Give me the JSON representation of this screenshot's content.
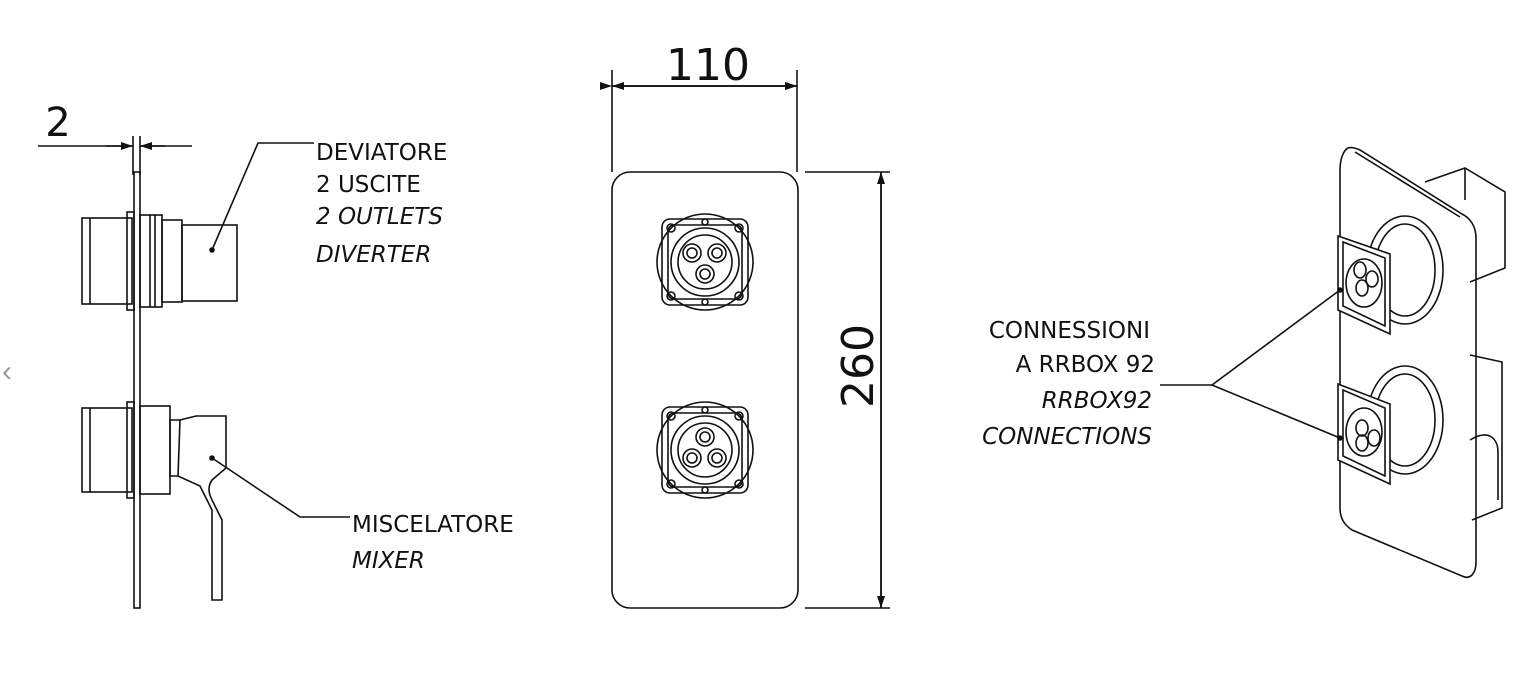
{
  "dimensions": {
    "gap": "2",
    "width": "110",
    "height": "260"
  },
  "callouts": {
    "diverter": [
      "DEVIATORE",
      "2 USCITE",
      "2 OUTLETS",
      "DIVERTER"
    ],
    "mixer": [
      "MISCELATORE",
      "MIXER"
    ],
    "connections": [
      "CONNESSIONI",
      "A RRBOX 92",
      "RRBOX92",
      "CONNECTIONS"
    ]
  },
  "viewer": {
    "prev_icon": "chevron-left-icon"
  }
}
